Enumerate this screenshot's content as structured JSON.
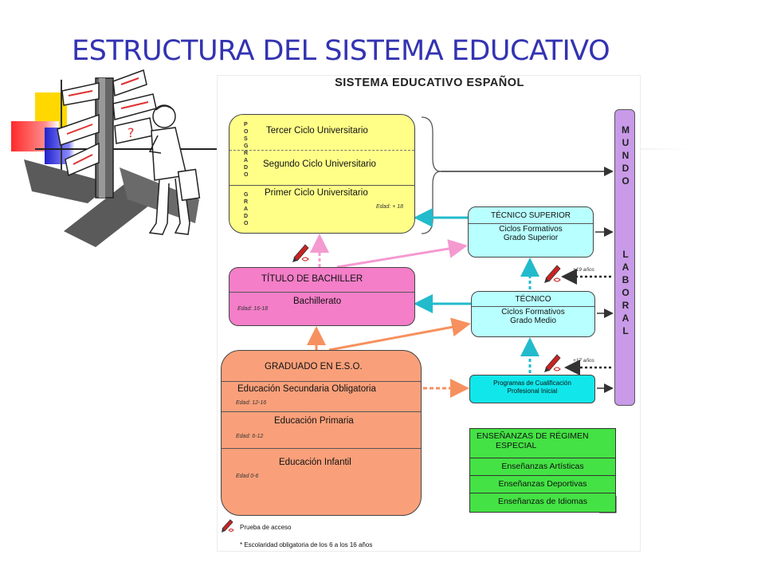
{
  "slide": {
    "title": "ESTRUCTURA DEL SISTEMA EDUCATIVO"
  },
  "diagram": {
    "title": "SISTEMA EDUCATIVO ESPAÑOL",
    "universidad": {
      "posgrado_label": [
        "P",
        "O",
        "S",
        "G",
        "R",
        "A",
        "D",
        "O"
      ],
      "grado_label": [
        "G",
        "R",
        "A",
        "D",
        "O"
      ],
      "ciclos": [
        "Tercer Ciclo Universitario",
        "Segundo Ciclo Universitario",
        "Primer Ciclo Universitario"
      ],
      "edad": "Edad: + 18"
    },
    "bachiller": {
      "title": "TÍTULO DE BACHILLER",
      "name": "Bachillerato",
      "edad": "Edad: 16-18"
    },
    "eso": {
      "title": "GRADUADO EN E.S.O.",
      "levels": [
        {
          "name": "Educación Secundaria Obligatoria",
          "edad": "Edad: 12-16"
        },
        {
          "name": "Educación Primaria",
          "edad": "Edad: 6-12"
        },
        {
          "name": "Educación Infantil",
          "edad": "Edad 0-6"
        }
      ]
    },
    "tecnico_superior": {
      "title": "TÉCNICO SUPERIOR",
      "line1": "Ciclos Formativos",
      "line2": "Grado Superior"
    },
    "tecnico": {
      "title": "TÉCNICO",
      "line1": "Ciclos Formativos",
      "line2": "Grado Medio"
    },
    "pcpi": {
      "line1": "Programas de Cualificación",
      "line2": "Profesional Inicial"
    },
    "mundo_laboral": {
      "word1": [
        "M",
        "U",
        "N",
        "D",
        "O"
      ],
      "word2": [
        "L",
        "A",
        "B",
        "O",
        "R",
        "A",
        "L"
      ]
    },
    "age_notes": {
      "plus19": "+19 años",
      "plus17": "+17 años"
    },
    "especial": {
      "title_line1": "ENSEÑANZAS DE RÉGIMEN",
      "title_line2": "ESPECIAL",
      "items": [
        "Enseñanzas Artísticas",
        "Enseñanzas Deportivas",
        "Enseñanzas de Idiomas"
      ]
    },
    "legend": {
      "prueba": "Prueba de acceso",
      "escolaridad": "* Escolaridad obligatoria de los 6 a los 16 años"
    },
    "colors": {
      "universidad": "#ffff88",
      "bachiller": "#f47ec8",
      "eso": "#f9a07a",
      "tecnico": "#b8ffff",
      "pcpi": "#11e7ea",
      "mundo_laboral": "#c89ae8",
      "especial": "#44e244",
      "arrow_cyan": "#22bbcc",
      "arrow_pink": "#f49ad0",
      "arrow_orange": "#f6915f"
    }
  }
}
